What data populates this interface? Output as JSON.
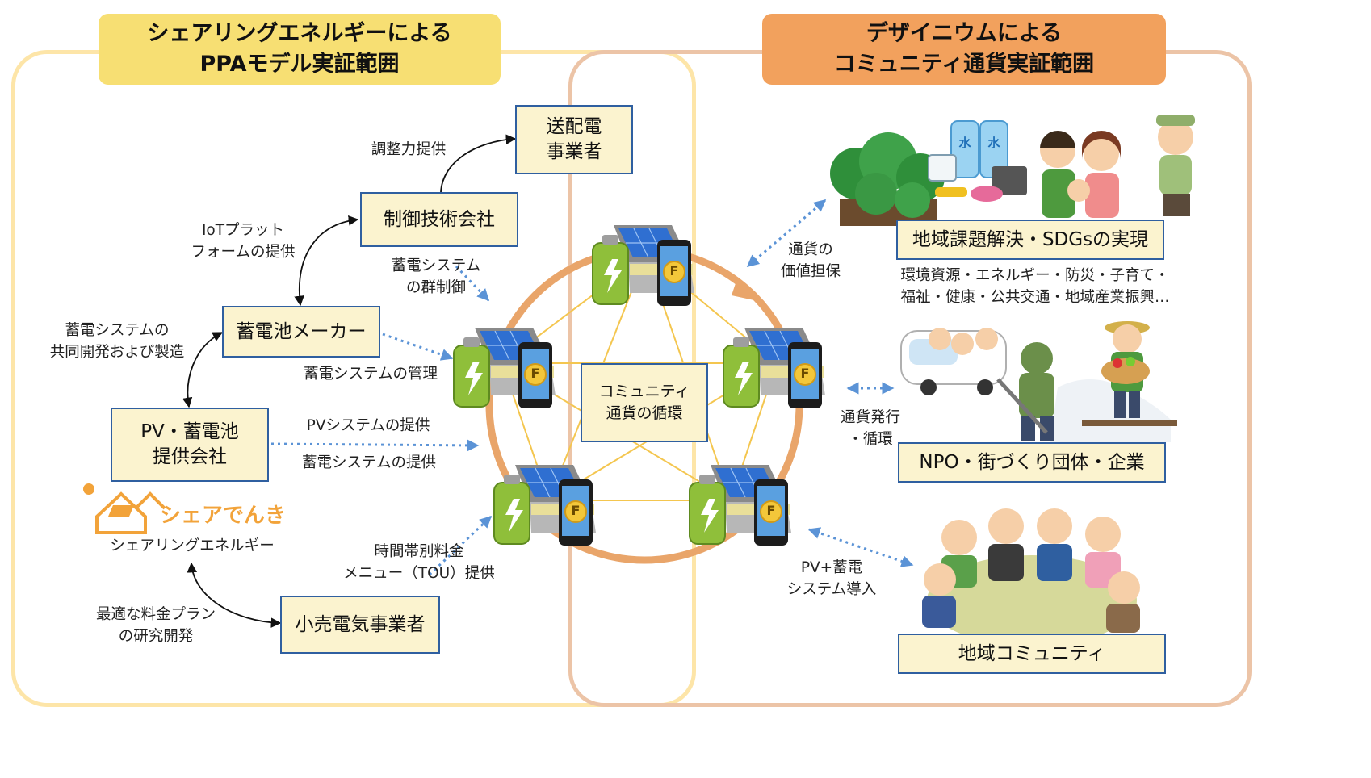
{
  "headers": {
    "left": "シェアリングエネルギーによる\nPPAモデル実証範囲",
    "right": "デザイニウムによる\nコミュニティ通貨実証範囲"
  },
  "boxes": {
    "transmission": "送配電\n事業者",
    "control_company": "制御技術会社",
    "battery_maker": "蓄電池メーカー",
    "pv_provider": "PV・蓄電池\n提供会社",
    "retailer": "小売電気事業者",
    "center": "コミュニティ\n通貨の循環",
    "local_issues": "地域課題解決・SDGsの実現",
    "npo": "NPO・街づくり団体・企業",
    "community": "地域コミュニティ"
  },
  "labels": {
    "adjust": "調整力提供",
    "iot": "IoTプラット\nフォームの提供",
    "group_control": "蓄電システム\nの群制御",
    "codev": "蓄電システムの\n共同開発および製造",
    "manage": "蓄電システムの管理",
    "pv_supply": "PVシステムの提供",
    "storage_supply": "蓄電システムの提供",
    "tou": "時間帯別料金\nメニュー（TOU）提供",
    "pricing": "最適な料金プラン\nの研究開発",
    "value": "通貨の\n価値担保",
    "issue_areas": "環境資源・エネルギー・防災・子育て・\n福祉・健康・公共交通・地域産業振興…",
    "issuance": "通貨発行\n・循環",
    "pv_install": "PV+蓄電\nシステム導入"
  },
  "logo": {
    "brand": "シェアでんき",
    "caption": "シェアリングエネルギー"
  },
  "icons": {
    "coin_letter": "F",
    "water_label": "水"
  },
  "colors": {
    "left_region": "#fde5a8",
    "left_header": "#f7df73",
    "right_region": "#ecc4a7",
    "right_header": "#f2a15d",
    "box_fill": "#fbf3cf",
    "box_border": "#2f5fa0",
    "dotted_arrow": "#5b93d6",
    "ring": "#e9a56a",
    "star_lines": "#f4c64f"
  }
}
